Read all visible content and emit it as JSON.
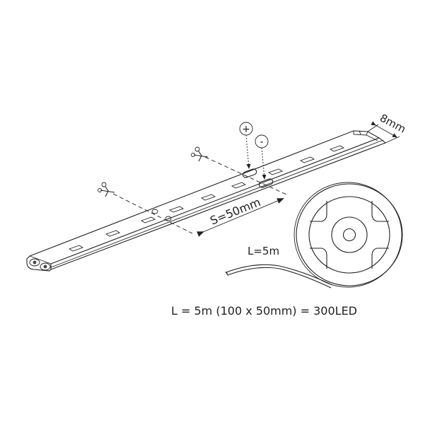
{
  "diagram": {
    "subject": "LED strip",
    "labels": {
      "width": "8mm",
      "segment_spacing": "S=50mm",
      "reel_length": "L=5m",
      "formula": "L = 5m (100 x 50mm) = 300LED",
      "positive_terminal": "+",
      "negative_terminal": "-"
    },
    "icons": {
      "cut_mark_1": "scissors-icon",
      "cut_mark_2": "scissors-icon"
    },
    "colors": {
      "line": "#222222",
      "background": "#ffffff"
    }
  }
}
